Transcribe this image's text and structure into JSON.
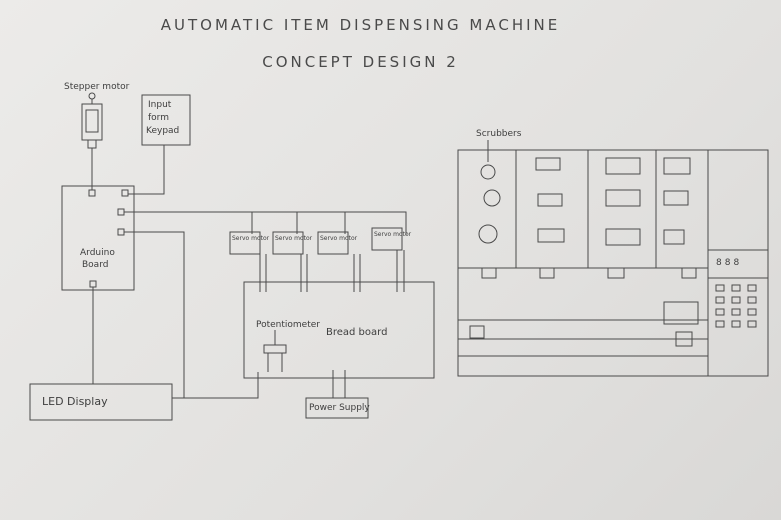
{
  "title": "AUTOMATIC ITEM DISPENSING MACHINE",
  "subtitle": "CONCEPT DESIGN 2",
  "components": {
    "stepper_motor": "Stepper motor",
    "input_keypad_line1": "Input",
    "input_keypad_line2": "form",
    "input_keypad_line3": "Keypad",
    "arduino_line1": "Arduino",
    "arduino_line2": "Board",
    "servo": "Servo motor",
    "potentiometer": "Potentiometer",
    "breadboard": "Bread board",
    "power_supply": "Power Supply",
    "led_display": "LED Display",
    "scrubbers": "Scrubbers"
  },
  "display_digits": "888",
  "colors": {
    "ink": "#3a3a3a",
    "paper": "#e6e6e4"
  }
}
